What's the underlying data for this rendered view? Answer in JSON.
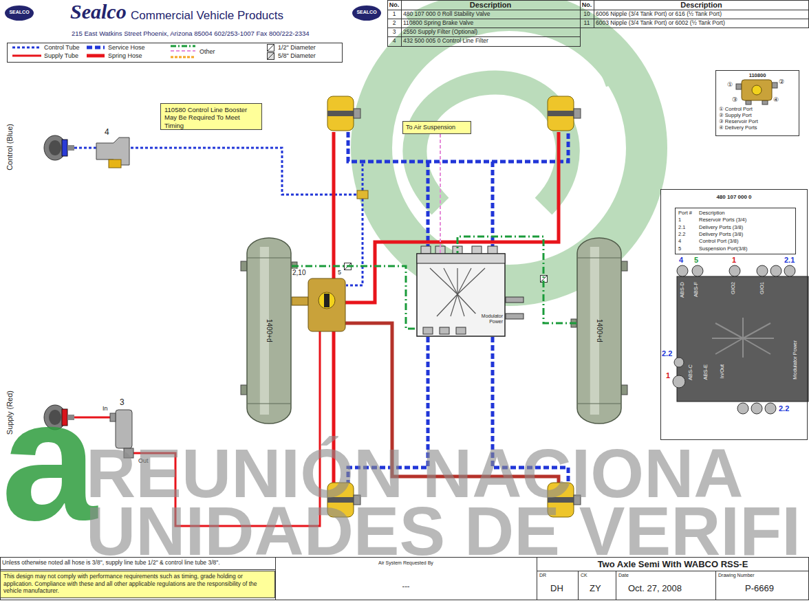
{
  "diagram": {
    "title": "Two Axle Semi With WABCO RSS-E",
    "nodes": [
      {
        "text": [
          "110580 Control Line Booster May Be Required To Meet Timing"
        ]
      },
      {
        "text": [
          "To Air Suspension"
        ]
      },
      {
        "text": [
          "1400+d"
        ]
      },
      {
        "text": [
          "Modulator Power"
        ]
      },
      {
        "text": [
          "1400+d"
        ]
      },
      {
        "text": [
          "This design may not comply with performance requirements such as timing, grade holding or application. Compliance with these and all other applicable regulations are the responsibility of the vehicle manufacturer."
        ]
      },
      {
        "text": [
          "110800",
          "① Control Port",
          "② Supply Port",
          "③ Reservoir Port",
          "④ Delivery Ports"
        ]
      },
      {
        "text": [
          "480 107 000 0"
        ]
      },
      {
        "text": [
          "Port #",
          "Description",
          "1",
          "Reservoir Ports (3/4)",
          "2.1",
          "Delivery Ports (3/8)",
          "2.2",
          "Delivery Ports (3/8)",
          "4",
          "Control Port (3/8)",
          "5",
          "Suspension Port(3/8)"
        ],
        "in": 7
      }
    ],
    "edges": [
      {
        "from": 2,
        "to": 3,
        "arrow": "none"
      },
      {
        "from": 4,
        "to": 3,
        "arrow": "none"
      },
      {
        "from": 3,
        "to": 1,
        "arrow": "none"
      }
    ],
    "labels": [
      "SEALCO",
      "Sealco",
      "Commercial Vehicle Products",
      "SEALCO",
      "215 East Watkins Street Phoenix, Arizona 85004 602/253-1007 Fax 800/222-2334",
      "No.",
      "Description",
      "No.",
      "Description",
      "1",
      "480 107 000 0 Roll Stability Valve",
      "10",
      "6006 Nipple (3/4 Tank Port) or 616 (½ Tank Port)",
      "2",
      "110800 Spring Brake Valve",
      "11",
      "6003 Nipple (3/4 Tank Port) or 6002 (½ Tank Port)",
      "3",
      "2550 Supply Filter (Optional)",
      "4",
      "432 500 005 0 Control Line Filter",
      "Control (Blue)",
      "4",
      "2,10",
      "5",
      "Supply (Red)",
      "3",
      "In",
      "Out",
      "①",
      "②",
      "③",
      "④",
      "4",
      "5",
      "1",
      "2.1",
      "2.2",
      "1",
      "2.2",
      "ABS-D",
      "ABS-F",
      "GIO2",
      "GIO1",
      "ABS-C",
      "ABS-E",
      "In/Out",
      "Modulator Power",
      "Unless otherwise noted all hose is 3/8\", supply line tube 1/2\" & control line tube 3/8\".",
      "Air System Requested By",
      "---",
      "DR",
      "DH",
      "CK",
      "ZY",
      "Date",
      "Oct. 27, 2008",
      "Drawing Number",
      "P-6669",
      "a",
      "REUNIÓN NACIONA",
      "UNIDADES DE VERIFI"
    ],
    "legend": [
      {
        "text": "Control Tube"
      },
      {
        "text": "Supply Tube"
      },
      {
        "text": "Service Hose"
      },
      {
        "text": "Spring Hose"
      },
      {
        "text": "Other"
      },
      {
        "text": "1/2\" Diameter"
      },
      {
        "text": "5/8\" Diameter"
      }
    ]
  }
}
